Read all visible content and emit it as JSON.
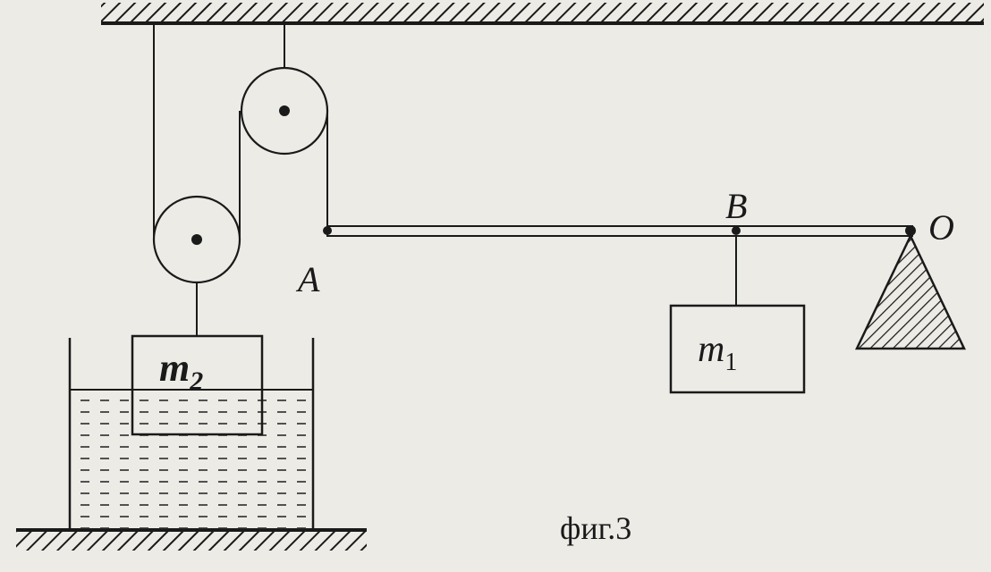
{
  "labels": {
    "point_a": "A",
    "point_b": "B",
    "point_o": "O",
    "mass_1": "m",
    "mass_1_sub": "1",
    "mass_2": "m",
    "mass_2_sub": "2"
  },
  "caption": "фиг.3",
  "colors": {
    "background": "#ecebe6",
    "ink": "#1a1a1a",
    "liquid": "#e2e1db"
  }
}
